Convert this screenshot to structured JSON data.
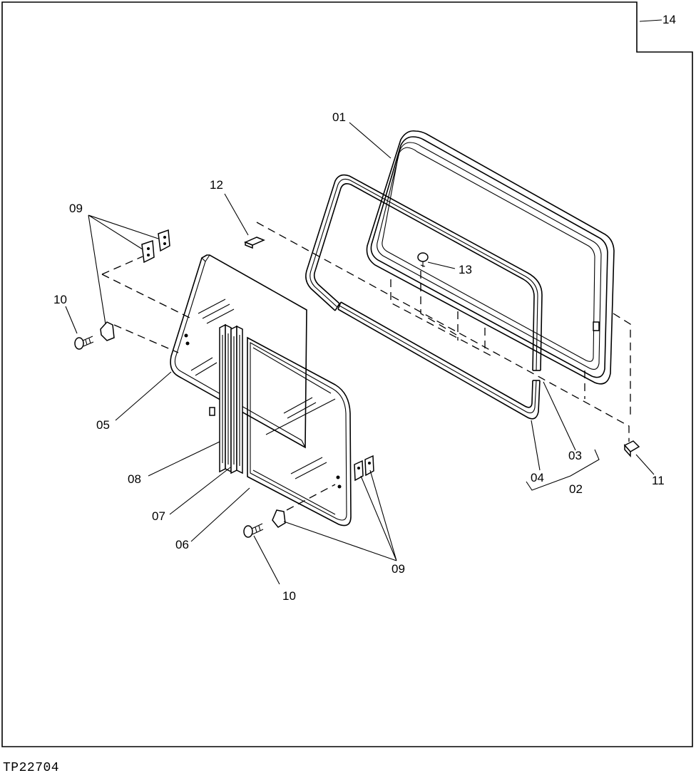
{
  "drawing_code": "TP22704",
  "labels": {
    "c14": "14",
    "c01": "01",
    "c12": "12",
    "c13": "13",
    "c09_left": "09",
    "c10_left": "10",
    "c05": "05",
    "c08": "08",
    "c07": "07",
    "c06": "06",
    "c10_bottom": "10",
    "c09_bottom": "09",
    "c03": "03",
    "c04": "04",
    "c02": "02",
    "c11": "11"
  }
}
